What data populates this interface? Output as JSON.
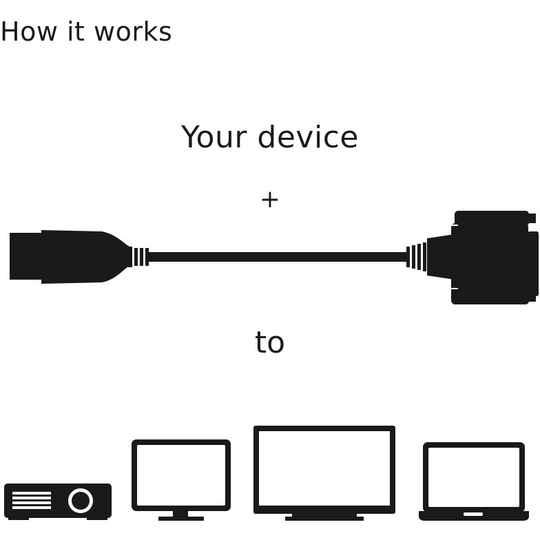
{
  "heading": "How it works",
  "steps": {
    "source": "Your device",
    "plus": "+",
    "to": "to"
  },
  "icons": {
    "adapter": "hdmi-to-dvi-adapter-cable-icon",
    "targets": [
      "projector-icon",
      "monitor-icon",
      "tv-icon",
      "laptop-icon"
    ]
  },
  "colors": {
    "ink": "#1a1a1a",
    "background": "#ffffff"
  }
}
